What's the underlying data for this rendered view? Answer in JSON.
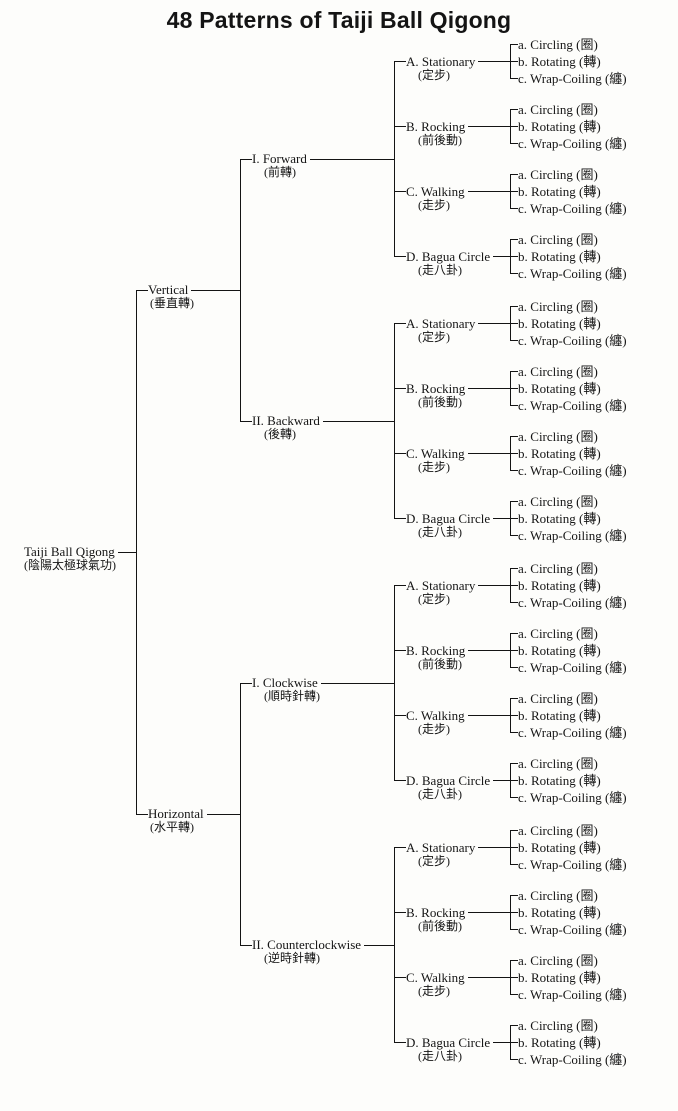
{
  "title": "48 Patterns of Taiji Ball Qigong",
  "colors": {
    "ink": "#141414",
    "paper": "#fdfdfb"
  },
  "tree": {
    "label": "Taiji Ball Qigong",
    "chinese": "(陰陽太極球氣功)",
    "children": [
      {
        "label": "Vertical",
        "chinese": "(垂直轉)",
        "children": [
          {
            "label": "I. Forward",
            "chinese": "(前轉)",
            "children": [
              {
                "label": "A. Stationary",
                "chinese": "(定步)",
                "children": [
                  {
                    "label": "a. Circling (圈)"
                  },
                  {
                    "label": "b. Rotating (轉)"
                  },
                  {
                    "label": "c. Wrap-Coiling (纏)"
                  }
                ]
              },
              {
                "label": "B. Rocking",
                "chinese": "(前後動)",
                "children": [
                  {
                    "label": "a. Circling (圈)"
                  },
                  {
                    "label": "b. Rotating (轉)"
                  },
                  {
                    "label": "c. Wrap-Coiling (纏)"
                  }
                ]
              },
              {
                "label": "C. Walking",
                "chinese": "(走步)",
                "children": [
                  {
                    "label": "a. Circling (圈)"
                  },
                  {
                    "label": "b. Rotating (轉)"
                  },
                  {
                    "label": "c. Wrap-Coiling (纏)"
                  }
                ]
              },
              {
                "label": "D. Bagua Circle",
                "chinese": "(走八卦)",
                "children": [
                  {
                    "label": "a. Circling (圈)"
                  },
                  {
                    "label": "b. Rotating (轉)"
                  },
                  {
                    "label": "c. Wrap-Coiling (纏)"
                  }
                ]
              }
            ]
          },
          {
            "label": "II. Backward",
            "chinese": "(後轉)",
            "children": [
              {
                "label": "A. Stationary",
                "chinese": "(定步)",
                "children": [
                  {
                    "label": "a. Circling (圈)"
                  },
                  {
                    "label": "b. Rotating (轉)"
                  },
                  {
                    "label": "c. Wrap-Coiling (纏)"
                  }
                ]
              },
              {
                "label": "B. Rocking",
                "chinese": "(前後動)",
                "children": [
                  {
                    "label": "a. Circling (圈)"
                  },
                  {
                    "label": "b. Rotating (轉)"
                  },
                  {
                    "label": "c. Wrap-Coiling (纏)"
                  }
                ]
              },
              {
                "label": "C. Walking",
                "chinese": "(走步)",
                "children": [
                  {
                    "label": "a. Circling (圈)"
                  },
                  {
                    "label": "b. Rotating (轉)"
                  },
                  {
                    "label": "c. Wrap-Coiling (纏)"
                  }
                ]
              },
              {
                "label": "D. Bagua Circle",
                "chinese": "(走八卦)",
                "children": [
                  {
                    "label": "a. Circling (圈)"
                  },
                  {
                    "label": "b. Rotating (轉)"
                  },
                  {
                    "label": "c. Wrap-Coiling (纏)"
                  }
                ]
              }
            ]
          }
        ]
      },
      {
        "label": "Horizontal",
        "chinese": "(水平轉)",
        "children": [
          {
            "label": "I. Clockwise",
            "chinese": "(順時針轉)",
            "children": [
              {
                "label": "A. Stationary",
                "chinese": "(定步)",
                "children": [
                  {
                    "label": "a. Circling (圈)"
                  },
                  {
                    "label": "b. Rotating (轉)"
                  },
                  {
                    "label": "c. Wrap-Coiling (纏)"
                  }
                ]
              },
              {
                "label": "B. Rocking",
                "chinese": "(前後動)",
                "children": [
                  {
                    "label": "a. Circling (圈)"
                  },
                  {
                    "label": "b. Rotating (轉)"
                  },
                  {
                    "label": "c. Wrap-Coiling (纏)"
                  }
                ]
              },
              {
                "label": "C. Walking",
                "chinese": "(走步)",
                "children": [
                  {
                    "label": "a. Circling (圈)"
                  },
                  {
                    "label": "b. Rotating (轉)"
                  },
                  {
                    "label": "c. Wrap-Coiling (纏)"
                  }
                ]
              },
              {
                "label": "D. Bagua Circle",
                "chinese": "(走八卦)",
                "children": [
                  {
                    "label": "a. Circling (圈)"
                  },
                  {
                    "label": "b. Rotating (轉)"
                  },
                  {
                    "label": "c. Wrap-Coiling (纏)"
                  }
                ]
              }
            ]
          },
          {
            "label": "II. Counterclockwise",
            "chinese": "(逆時針轉)",
            "children": [
              {
                "label": "A. Stationary",
                "chinese": "(定步)",
                "children": [
                  {
                    "label": "a. Circling (圈)"
                  },
                  {
                    "label": "b. Rotating (轉)"
                  },
                  {
                    "label": "c. Wrap-Coiling (纏)"
                  }
                ]
              },
              {
                "label": "B. Rocking",
                "chinese": "(前後動)",
                "children": [
                  {
                    "label": "a. Circling (圈)"
                  },
                  {
                    "label": "b. Rotating (轉)"
                  },
                  {
                    "label": "c. Wrap-Coiling (纏)"
                  }
                ]
              },
              {
                "label": "C. Walking",
                "chinese": "(走步)",
                "children": [
                  {
                    "label": "a. Circling (圈)"
                  },
                  {
                    "label": "b. Rotating (轉)"
                  },
                  {
                    "label": "c. Wrap-Coiling (纏)"
                  }
                ]
              },
              {
                "label": "D. Bagua Circle",
                "chinese": "(走八卦)",
                "children": [
                  {
                    "label": "a. Circling (圈)"
                  },
                  {
                    "label": "b. Rotating (轉)"
                  },
                  {
                    "label": "c. Wrap-Coiling (纏)"
                  }
                ]
              }
            ]
          }
        ]
      }
    ]
  }
}
